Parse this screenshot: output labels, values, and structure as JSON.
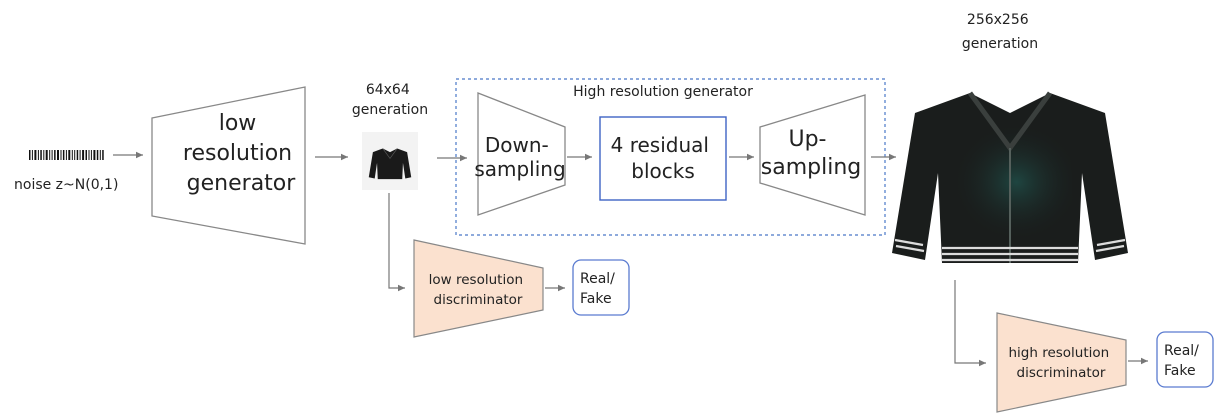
{
  "noise": {
    "label": "noise z~N(0,1)"
  },
  "low_res_generator": {
    "lines": [
      "low",
      "resolution",
      "generator"
    ]
  },
  "gen64": {
    "lines": [
      "64x64",
      "generation"
    ]
  },
  "high_res_generator": {
    "title": "High resolution generator",
    "downsampling": [
      "Down-",
      "sampling"
    ],
    "residual": [
      "4 residual",
      "blocks"
    ],
    "upsampling": [
      "Up-",
      "sampling"
    ]
  },
  "gen256": {
    "lines": [
      "256x256",
      "generation"
    ]
  },
  "low_res_discriminator": {
    "lines": [
      "low resolution",
      "discriminator"
    ]
  },
  "high_res_discriminator": {
    "lines": [
      "high resolution",
      "discriminator"
    ]
  },
  "output_low": {
    "lines": [
      "Real/",
      "Fake"
    ]
  },
  "output_high": {
    "lines": [
      "Real/",
      "Fake"
    ]
  },
  "colors": {
    "discriminator_fill": "#fbe1cf",
    "residual_border": "#3f63c4",
    "output_border": "#5a7bd0",
    "dashed_border": "#4a78c8",
    "arrow": "#777777",
    "jacket": "#1a1d1c"
  }
}
